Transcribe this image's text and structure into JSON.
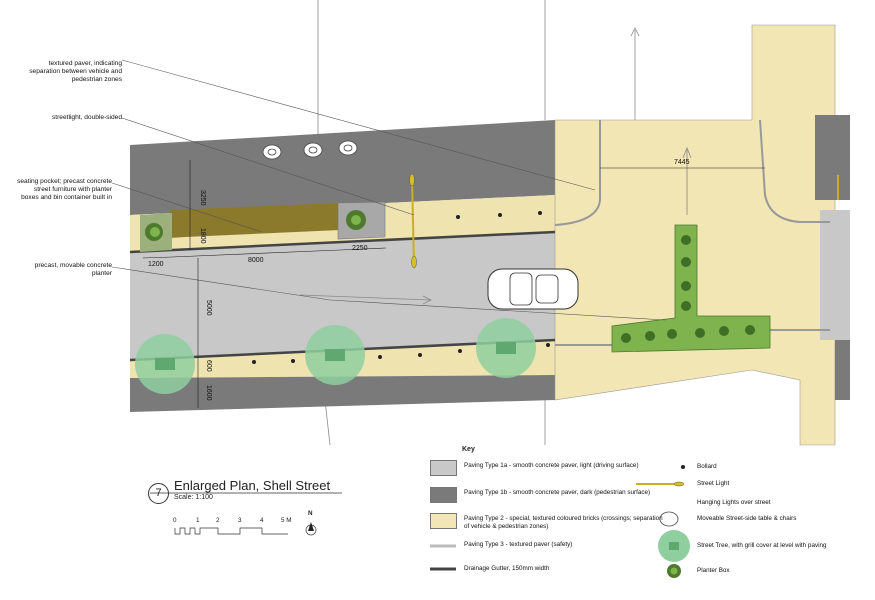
{
  "annotations": {
    "textured_paver": "textured paver, indicating separation between vehicle and pedestrian zones",
    "streetlight": "streetlight, double-sided",
    "seating_pocket": "seating pocket; precast concrete street furniture with planter boxes and bin container built in",
    "movable_planter": "precast, movable concrete planter"
  },
  "dimensions": {
    "d3250": "3250",
    "d1800": "1800",
    "d1200": "1200",
    "d8000": "8000",
    "d2250": "2250",
    "d5000": "5000",
    "d600": "600",
    "d1600": "1600",
    "d7445": "7445"
  },
  "title": {
    "number": "7",
    "name": "Enlarged Plan, Shell Street",
    "scale": "Scale: 1:100"
  },
  "scalebar": {
    "ticks": [
      "0",
      "1",
      "2",
      "3",
      "4",
      "5 M"
    ],
    "north": "N"
  },
  "key": {
    "heading": "Key",
    "paving_1a": "Paving Type 1a -  smooth concrete paver, light (driving surface)",
    "paving_1b": "Paving Type 1b - smooth concrete paver, dark (pedestrian surface)",
    "paving_2": "Paving Type 2 - special, textured coloured bricks (crossings; separation of vehicle & pedestrian zones)",
    "paving_3": "Paving Type 3 - textured paver (safety)",
    "gutter": "Drainage Gutter, 150mm width",
    "bollard": "Bollard",
    "street_light": "Street Light",
    "hanging_lights": "Hanging Lights over street",
    "table_chairs": "Moveable Street-side table & chairs",
    "street_tree": "Street Tree, with grill cover at level with paving",
    "planter_box": "Planter Box"
  },
  "colors": {
    "light_paver": "#c8c8c8",
    "dark_paver": "#7a7a7a",
    "brick": "#f2e6b4",
    "tree": "#8fcf9f",
    "planter": "#6e9a3a",
    "seating": "#8b7a2c",
    "light": "#d8c020"
  }
}
